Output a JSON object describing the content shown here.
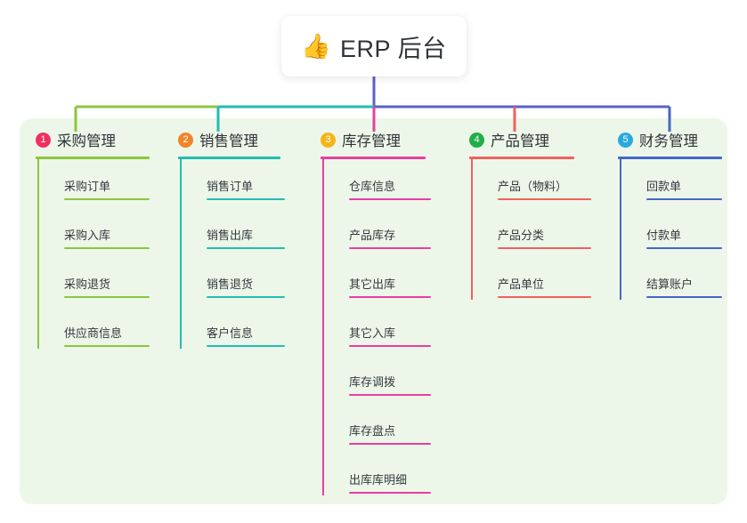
{
  "diagram": {
    "type": "mind-map",
    "background_color": "#ffffff",
    "panel_color": "#edf7e9",
    "root": {
      "icon": "thumbs-up-icon",
      "icon_glyph": "👍",
      "title": "ERP 后台",
      "trunk_color": "#5b62c8"
    },
    "branches": [
      {
        "number": "1",
        "title": "采购管理",
        "badge_color": "#f03060",
        "line_color": "#8cc63e",
        "items": [
          "采购订单",
          "采购入库",
          "采购退货",
          "供应商信息"
        ]
      },
      {
        "number": "2",
        "title": "销售管理",
        "badge_color": "#f0852b",
        "line_color": "#23bdae",
        "items": [
          "销售订单",
          "销售出库",
          "销售退货",
          "客户信息"
        ]
      },
      {
        "number": "3",
        "title": "库存管理",
        "badge_color": "#f5b51a",
        "line_color": "#e83fa0",
        "items": [
          "仓库信息",
          "产品库存",
          "其它出库",
          "其它入库",
          "库存调拨",
          "库存盘点",
          "出库库明细"
        ]
      },
      {
        "number": "4",
        "title": "产品管理",
        "badge_color": "#21ae4a",
        "line_color": "#f1615d",
        "items": [
          "产品（物料）",
          "产品分类",
          "产品单位"
        ]
      },
      {
        "number": "5",
        "title": "财务管理",
        "badge_color": "#2aa9e0",
        "line_color": "#4468c8",
        "items": [
          "回款单",
          "付款单",
          "结算账户"
        ]
      }
    ]
  }
}
